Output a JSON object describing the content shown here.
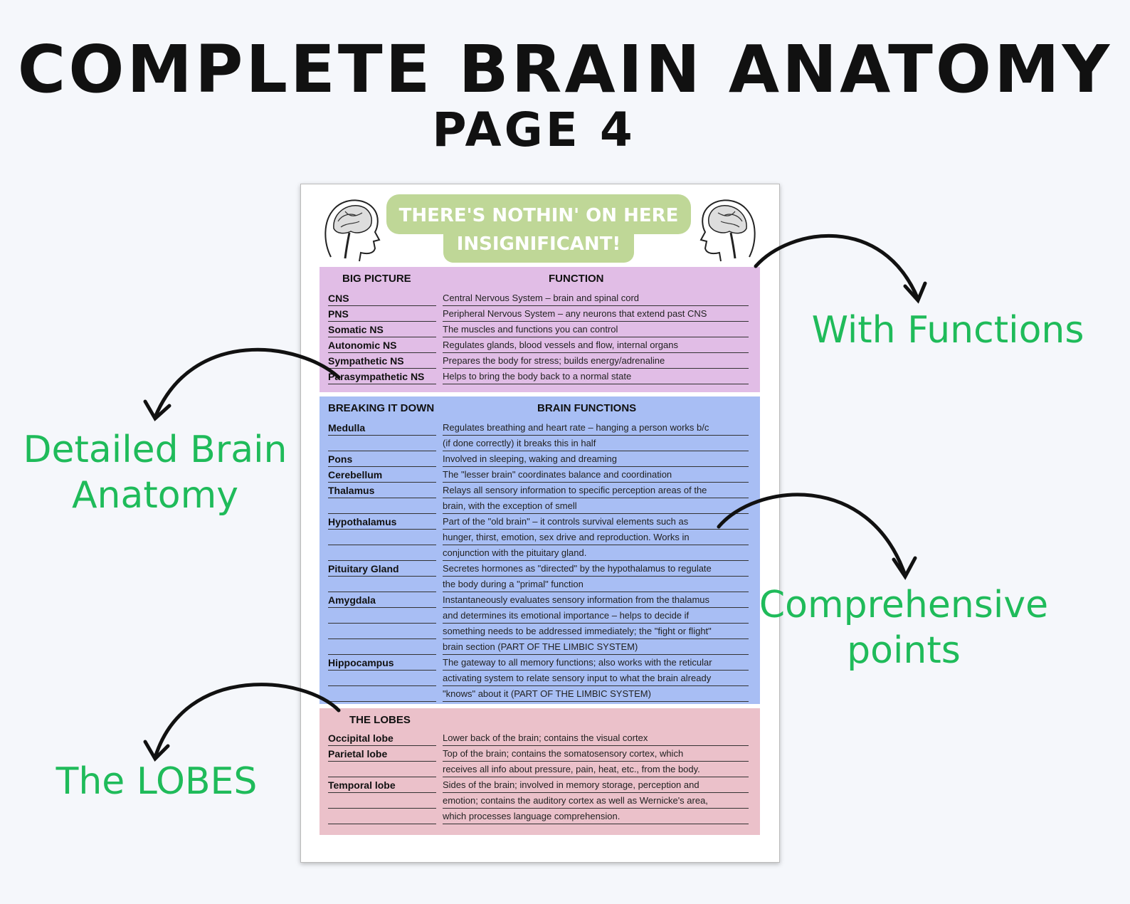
{
  "page": {
    "title": "COMPLETE BRAIN ANATOMY",
    "subtitle": "PAGE 4"
  },
  "banner": {
    "line1": "THERE'S NOTHIN' ON HERE",
    "line2": "INSIGNIFICANT!"
  },
  "big_picture": {
    "header_left": "BIG PICTURE",
    "header_right": "FUNCTION",
    "color": "#e1bde6",
    "rows": [
      {
        "term": "CNS",
        "lines": [
          "Central Nervous System – brain and spinal cord"
        ]
      },
      {
        "term": "PNS",
        "lines": [
          "Peripheral Nervous System – any neurons that extend past CNS"
        ]
      },
      {
        "term": "Somatic NS",
        "lines": [
          "The muscles and functions you can control"
        ]
      },
      {
        "term": "Autonomic NS",
        "lines": [
          "Regulates glands, blood vessels and flow, internal organs"
        ]
      },
      {
        "term": "Sympathetic NS",
        "lines": [
          "Prepares the body for stress; builds energy/adrenaline"
        ]
      },
      {
        "term": "Parasympathetic NS",
        "lines": [
          "Helps to bring the body back to a normal state"
        ]
      }
    ]
  },
  "breaking_down": {
    "header_left": "BREAKING IT DOWN",
    "header_right": "BRAIN FUNCTIONS",
    "color": "#a8bef4",
    "rows": [
      {
        "term": "Medulla",
        "lines": [
          "Regulates breathing and heart rate – hanging a person works b/c",
          "(if done correctly) it breaks this in half"
        ]
      },
      {
        "term": "Pons",
        "lines": [
          "Involved in sleeping, waking and dreaming"
        ]
      },
      {
        "term": "Cerebellum",
        "lines": [
          "The \"lesser brain\" coordinates balance and coordination"
        ]
      },
      {
        "term": "Thalamus",
        "lines": [
          "Relays all sensory information to specific perception areas of the",
          "brain, with the exception of smell"
        ]
      },
      {
        "term": "Hypothalamus",
        "lines": [
          "Part of the \"old brain\" – it controls survival elements such as",
          "hunger, thirst, emotion, sex drive and reproduction. Works in",
          "conjunction with the pituitary gland."
        ]
      },
      {
        "term": "Pituitary Gland",
        "lines": [
          "Secretes hormones as \"directed\" by the hypothalamus to regulate",
          "the body during a \"primal\" function"
        ]
      },
      {
        "term": "Amygdala",
        "lines": [
          "Instantaneously evaluates sensory information from the thalamus",
          "and determines its emotional importance – helps to decide if",
          "something needs to be addressed immediately; the \"fight or flight\"",
          "brain section (PART OF THE LIMBIC SYSTEM)"
        ]
      },
      {
        "term": "Hippocampus",
        "lines": [
          "The gateway to all memory functions; also works with the reticular",
          "activating system to relate sensory input to what the brain already",
          "\"knows\" about it (PART OF THE LIMBIC SYSTEM)"
        ]
      }
    ]
  },
  "lobes": {
    "header_left": "THE LOBES",
    "color": "#ebc1ca",
    "rows": [
      {
        "term": "Occipital lobe",
        "lines": [
          "Lower back of the brain; contains the visual cortex"
        ]
      },
      {
        "term": "Parietal lobe",
        "lines": [
          "Top of the brain; contains the somatosensory cortex, which",
          "receives all info about pressure, pain, heat, etc., from the body."
        ]
      },
      {
        "term": "Temporal lobe",
        "lines": [
          "Sides of the brain; involved in memory storage, perception and",
          "emotion; contains the auditory cortex as well as Wernicke's area,",
          "which processes language comprehension."
        ]
      }
    ]
  },
  "callouts": {
    "with_functions": "With Functions",
    "detailed_1": "Detailed Brain",
    "detailed_2": "Anatomy",
    "comprehensive_1": "Comprehensive",
    "comprehensive_2": "points",
    "lobes": "The LOBES",
    "color": "#1fbb5a"
  },
  "icons": [
    "brain-head-left-icon",
    "brain-head-right-icon",
    "curved-arrow-icon"
  ]
}
